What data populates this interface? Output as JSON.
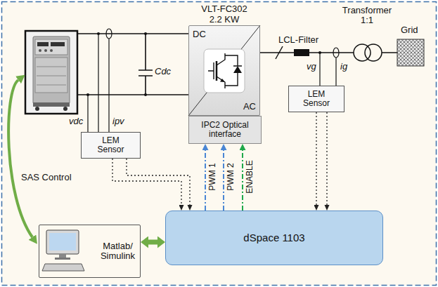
{
  "diagram": {
    "nodes": [
      {
        "text": [
          "VLT-FC302 2.2 KW",
          "DC",
          "AC"
        ]
      },
      {
        "text": [
          "IPC2 Optical interface"
        ]
      },
      {
        "text": [
          "LEM Sensor"
        ]
      },
      {
        "text": [
          "LEM Sensor"
        ]
      },
      {
        "text": [
          "Matlab/ Simulink"
        ]
      },
      {
        "text": [
          "dSpace 1103"
        ]
      }
    ],
    "edges": [
      {
        "from": 5,
        "to": 1,
        "arrow": "to",
        "label": "PWM 1"
      },
      {
        "from": 5,
        "to": 1,
        "arrow": "to",
        "label": "PWM 2"
      },
      {
        "from": 5,
        "to": 1,
        "arrow": "to",
        "label": "ENABLE"
      },
      {
        "from": 2,
        "to": 5,
        "arrow": "to"
      },
      {
        "from": 3,
        "to": 5,
        "arrow": "to"
      },
      {
        "from": 4,
        "to": 5,
        "arrow": "both"
      }
    ],
    "labels": [
      "Transformer 1:1",
      "Grid",
      "LCL-Filter",
      "Cdc",
      "vg",
      "ig",
      "vdc",
      "ipv",
      "SAS Control"
    ]
  }
}
